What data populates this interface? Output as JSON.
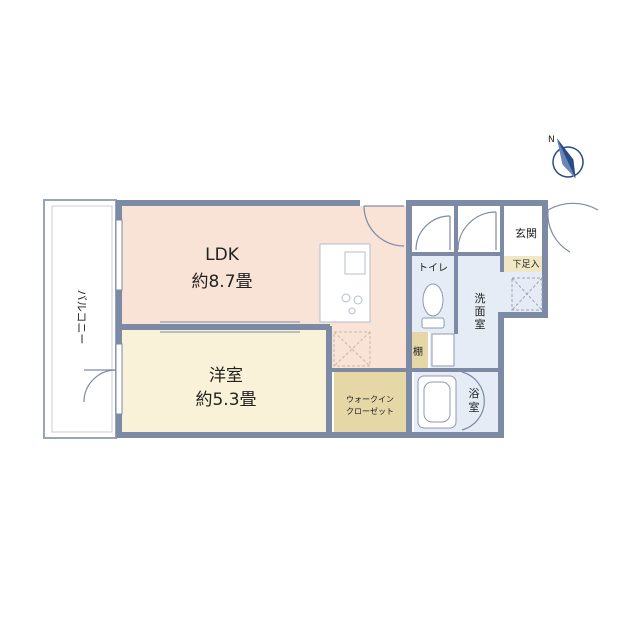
{
  "rooms": {
    "ldk": {
      "name": "LDK",
      "area": "約8.7畳"
    },
    "western": {
      "name": "洋室",
      "area": "約5.3畳"
    },
    "balcony": "バルコニー",
    "entrance": "玄関",
    "shoe_box": "下足入",
    "toilet": "トイレ",
    "washroom": "洗面室",
    "bath": "浴室",
    "shelf": "棚",
    "wic_line1": "ウォークイン",
    "wic_line2": "クローゼット"
  },
  "colors": {
    "wall": "#7d8aa6",
    "ldk": "#f8e3d6",
    "western": "#f9f2d8",
    "wet": "#e5ecf6",
    "storage": "#e5d7a6",
    "compass": "#2c4a86"
  },
  "icons": [
    "compass-icon",
    "kitchen-sink-icon",
    "stove-icon",
    "toilet-icon",
    "bathtub-icon",
    "washbasin-icon"
  ]
}
